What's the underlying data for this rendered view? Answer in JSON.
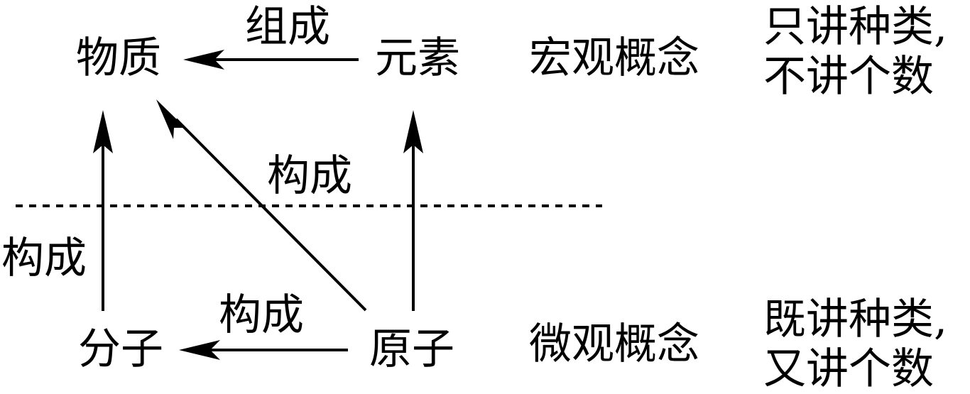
{
  "nodes": {
    "matter": "物质",
    "element": "元素",
    "molecule": "分子",
    "atom": "原子"
  },
  "relations": {
    "element_to_matter": "组成",
    "atom_to_matter": "构成",
    "molecule_to_matter": "构成",
    "atom_to_molecule": "构成"
  },
  "concepts": {
    "macro": "宏观概念",
    "micro": "微观概念"
  },
  "notes": {
    "macro_line1": "只讲种类,",
    "macro_line2": "不讲个数",
    "micro_line1": "既讲种类,",
    "micro_line2": "又讲个数"
  }
}
